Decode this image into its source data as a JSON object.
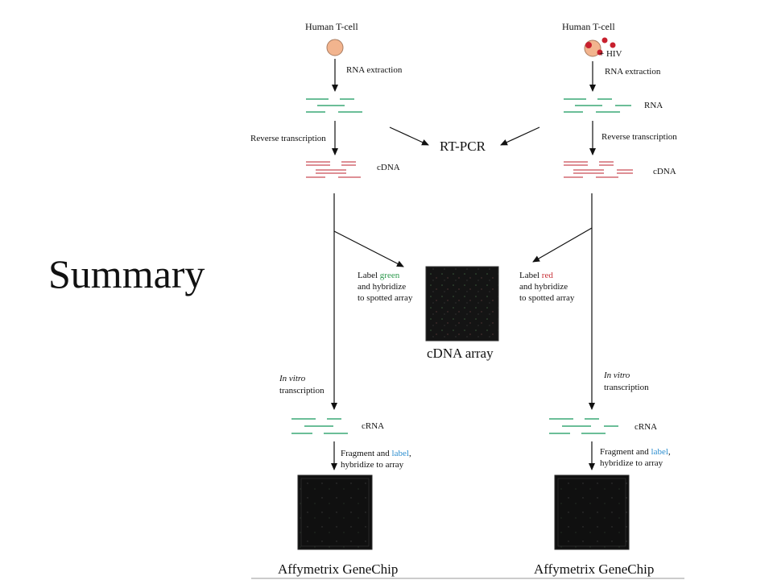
{
  "slide_title": "Summary",
  "left": {
    "cell_label": "Human T-cell",
    "rna_extraction": "RNA extraction",
    "reverse_transcription": "Reverse transcription",
    "cdna_label": "cDNA",
    "label_prefix": "Label ",
    "label_color_word": "green",
    "hybridize_line1": "and hybridize",
    "hybridize_line2": "to spotted array",
    "in_vitro": "In vitro",
    "transcription": "transcription",
    "crna_label": "cRNA",
    "fragment_prefix": "Fragment and ",
    "fragment_label_word": "label",
    "fragment_suffix": ",",
    "hybridize_to_array": "hybridize to array",
    "genechip": "Affymetrix GeneChip"
  },
  "right": {
    "cell_label": "Human T-cell",
    "hiv_label": "+ HIV",
    "rna_extraction": "RNA extraction",
    "rna_label": "RNA",
    "reverse_transcription": "Reverse transcription",
    "cdna_label": "cDNA",
    "label_prefix": "Label ",
    "label_color_word": "red",
    "hybridize_line1": "and hybridize",
    "hybridize_line2": "to spotted array",
    "in_vitro": "In vitro",
    "transcription": "transcription",
    "crna_label": "cRNA",
    "fragment_prefix": "Fragment and ",
    "fragment_label_word": "label",
    "fragment_suffix": ",",
    "hybridize_to_array": "hybridize to array",
    "genechip": "Affymetrix GeneChip"
  },
  "center": {
    "rt_pcr": "RT-PCR",
    "cdna_array": "cDNA array"
  },
  "colors": {
    "rna_strand": "#3aa876",
    "cdna_strand": "#d46a72",
    "cell_fill": "#f2b48e",
    "hiv_fill": "#c8202e",
    "array_dark": "#111111",
    "label_green": "#2e9a4e",
    "label_red": "#c8333a",
    "label_blue": "#2e8fd0"
  }
}
